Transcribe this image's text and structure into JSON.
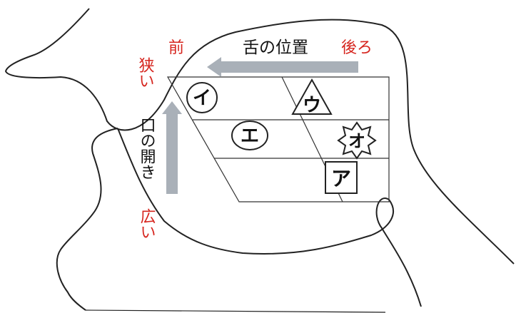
{
  "labels": {
    "tongue_position": "舌の位置",
    "front": "前",
    "back": "後ろ",
    "narrow": "狭い",
    "mouth_opening": "口の開き",
    "wide": "広い"
  },
  "vowels": {
    "i": "イ",
    "e": "エ",
    "u": "ウ",
    "o": "オ",
    "a": "ア"
  },
  "colors": {
    "accent_red": "#d6251e",
    "arrow_gray": "#a9b0b8",
    "outline": "#222222"
  },
  "icons": {
    "i": "circle",
    "e": "ellipse",
    "u": "triangle",
    "o": "star",
    "a": "square"
  }
}
